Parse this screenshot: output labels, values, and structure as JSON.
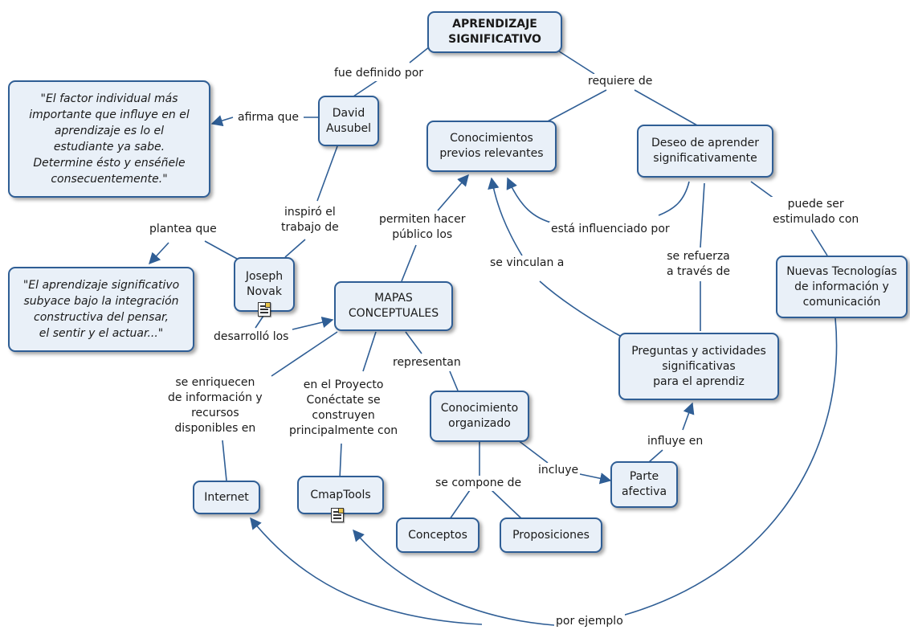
{
  "nodes": {
    "aprendizaje": "APRENDIZAJE\nSIGNIFICATIVO",
    "ausubel": "David\nAusubel",
    "quote_ausubel": "\"El factor individual más\nimportante que influye en el\naprendizaje es lo el\nestudiante ya sabe.\nDetermine ésto y enséñele\nconsecuentemente.\"",
    "conocimientos_previos": "Conocimientos\nprevios relevantes",
    "deseo": "Deseo de aprender\nsignificativamente",
    "novak": "Joseph\nNovak",
    "quote_novak": "\"El aprendizaje significativo\nsubyace bajo la integración\nconstructiva del pensar,\nel sentir y el actuar...\"",
    "mapas": "MAPAS\nCONCEPTUALES",
    "nuevas_tecnologias": "Nuevas Tecnologías\nde información y\ncomunicación",
    "preguntas": "Preguntas y actividades\nsignificativas\npara el aprendiz",
    "conocimiento_organizado": "Conocimiento\norganizado",
    "internet": "Internet",
    "cmaptools": "CmapTools",
    "parte_afectiva": "Parte\nafectiva",
    "conceptos": "Conceptos",
    "proposiciones": "Proposiciones"
  },
  "labels": {
    "fue_definido_por": "fue definido por",
    "requiere_de": "requiere de",
    "afirma_que": "afirma que",
    "inspiro": "inspiró el\ntrabajo de",
    "plantea_que": "plantea que",
    "permiten": "permiten hacer\npúblico los",
    "influenciado": "está influenciado por",
    "puede_ser": "puede ser\nestimulado con",
    "se_vinculan": "se vinculan a",
    "se_refuerza": "se refuerza\na través de",
    "desarrollo": "desarrolló los",
    "se_enriquecen": "se enriquecen\nde información y\nrecursos\ndisponibles en",
    "proyecto": "en el Proyecto\nConéctate se\nconstruyen\nprincipalmente con",
    "representan": "representan",
    "influye_en": "influye en",
    "incluye": "incluye",
    "se_compone": "se compone de",
    "por_ejemplo": "por ejemplo"
  }
}
